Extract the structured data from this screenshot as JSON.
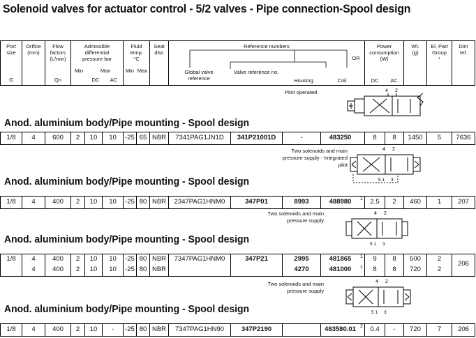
{
  "title": "Solenoid valves for actuator control - 5/2 valves - Pipe connection-Spool design",
  "header": {
    "port_size": [
      "Port",
      "size"
    ],
    "port_size_unit": "G",
    "orifice": [
      "Orifice",
      "(mm)"
    ],
    "flow": [
      "Flow",
      "factors",
      "(L/min)"
    ],
    "flow_unit": "Qn",
    "pressure": [
      "Admissible",
      "differential",
      "pressure bar"
    ],
    "pressure_min": "Min",
    "pressure_max": "Max",
    "pressure_dc": "DC",
    "pressure_ac": "AC",
    "fluid": [
      "Fluid",
      "temp.",
      "°C"
    ],
    "fluid_min": "Min",
    "fluid_max": "Max",
    "seat": [
      "Seat",
      "disc"
    ],
    "ref_numbers": "Reference numbers",
    "global_ref": [
      "Global valve",
      "reference"
    ],
    "valve_ref": "Valve reference no.",
    "housing": "Housing",
    "coil": "Coil",
    "or": "OR",
    "power": [
      "Power",
      "consumption",
      "(W)"
    ],
    "power_dc": "DC",
    "power_ac": "AC",
    "wt": [
      "Wt.",
      "(g)"
    ],
    "el_part": [
      "El. Part",
      "Group",
      "*"
    ],
    "dim": [
      "Dim",
      "ref."
    ]
  },
  "sections": [
    {
      "caption": [
        "Pilot operated"
      ],
      "heading": "Anod. aluminium body/Pipe mounting - Spool design",
      "rows": [
        {
          "port": "1/8",
          "orifice": "4",
          "flow": "600",
          "pmin": "2",
          "pdc": "10",
          "pac": "10",
          "tmin": "-25",
          "tmax": "65",
          "seat": "NBR",
          "global": "7341PAG1JN1D",
          "valve": "341P21001D",
          "housing": "-",
          "coil": "483250",
          "note": "",
          "wdc": "8",
          "wac": "8",
          "wt": "1450",
          "group": "5",
          "dim": "7636"
        }
      ]
    },
    {
      "caption": [
        "Two solenoids and main",
        "pressure supply - Integrated",
        "pilot"
      ],
      "heading": "Anod. aluminium body/Pipe mounting - Spool design",
      "rows": [
        {
          "port": "1/8",
          "orifice": "4",
          "flow": "400",
          "pmin": "2",
          "pdc": "10",
          "pac": "10",
          "tmin": "-25",
          "tmax": "80",
          "seat": "NBR",
          "global": "2347PAG1HNM0",
          "valve": "347P01",
          "housing": "8993",
          "coil": "488980",
          "note": "1",
          "wdc": "2.5",
          "wac": "2",
          "wt": "460",
          "group": "1",
          "dim": "207"
        }
      ]
    },
    {
      "caption": [
        "Two solenoids and main",
        "pressure supply"
      ],
      "heading": "Anod. aluminium body/Pipe mounting - Spool design",
      "rows": [
        {
          "port": "1/8",
          "orifice": "4",
          "flow": "400",
          "pmin": "2",
          "pdc": "10",
          "pac": "10",
          "tmin": "-25",
          "tmax": "80",
          "seat": "NBR",
          "global": "7347PAG1HNM0",
          "valve": "347P21",
          "housing": "2995",
          "coil": "481865",
          "note": "1",
          "wdc": "9",
          "wac": "8",
          "wt": "500",
          "group": "2",
          "dim": "206"
        },
        {
          "port": "",
          "orifice": "4",
          "flow": "400",
          "pmin": "2",
          "pdc": "10",
          "pac": "10",
          "tmin": "-25",
          "tmax": "80",
          "seat": "NBR",
          "global": "",
          "valve": "",
          "housing": "4270",
          "coil": "481000",
          "note": "1",
          "wdc": "8",
          "wac": "8",
          "wt": "720",
          "group": "2",
          "dim": ""
        }
      ]
    },
    {
      "caption": [
        "Two solenoids and main",
        "pressure supply"
      ],
      "heading": "Anod. aluminium body/Pipe mounting - Spool design",
      "rows": [
        {
          "port": "1/8",
          "orifice": "4",
          "flow": "400",
          "pmin": "2",
          "pdc": "10",
          "pac": "-",
          "tmin": "-25",
          "tmax": "80",
          "seat": "NBR",
          "global": "7347PAG1HN90",
          "valve": "347P2190",
          "housing": "",
          "coil": "483580.01",
          "note": "2",
          "wdc": "0.4",
          "wac": "-",
          "wt": "720",
          "group": "7",
          "dim": "206"
        }
      ]
    }
  ],
  "symbol_ports": {
    "top_a": "4",
    "top_b": "2",
    "bot_a": "5",
    "bot_b": "1",
    "bot_c": "3"
  }
}
